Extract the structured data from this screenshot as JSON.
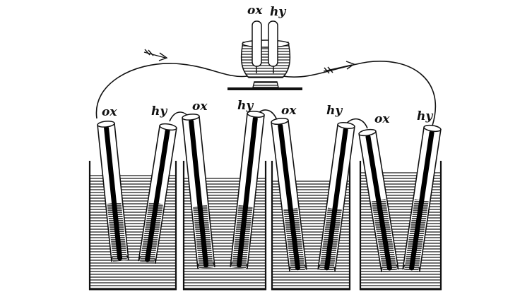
{
  "labels": {
    "voltameter_left": "ox",
    "voltameter_right": "hy",
    "cells": [
      {
        "left": "ox",
        "right": "hy"
      },
      {
        "left": "ox",
        "right": "hy"
      },
      {
        "left": "ox",
        "right": "hy"
      },
      {
        "left": "ox",
        "right": "hy"
      }
    ]
  }
}
